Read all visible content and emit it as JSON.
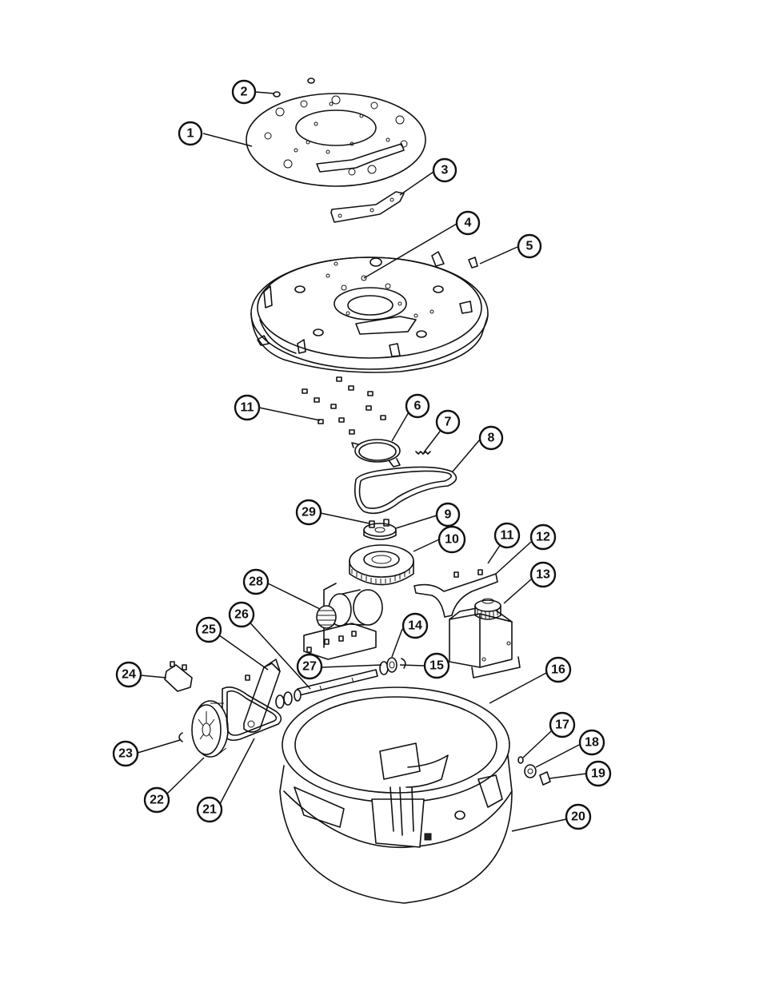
{
  "callouts": [
    {
      "id": "1",
      "label": "1"
    },
    {
      "id": "2",
      "label": "2"
    },
    {
      "id": "3",
      "label": "3"
    },
    {
      "id": "4",
      "label": "4"
    },
    {
      "id": "5",
      "label": "5"
    },
    {
      "id": "6",
      "label": "6"
    },
    {
      "id": "7",
      "label": "7"
    },
    {
      "id": "8",
      "label": "8"
    },
    {
      "id": "9",
      "label": "9"
    },
    {
      "id": "10",
      "label": "10"
    },
    {
      "id": "11a",
      "label": "11"
    },
    {
      "id": "11b",
      "label": "11"
    },
    {
      "id": "12",
      "label": "12"
    },
    {
      "id": "13",
      "label": "13"
    },
    {
      "id": "14",
      "label": "14"
    },
    {
      "id": "15",
      "label": "15"
    },
    {
      "id": "16",
      "label": "16"
    },
    {
      "id": "17",
      "label": "17"
    },
    {
      "id": "18",
      "label": "18"
    },
    {
      "id": "19",
      "label": "19"
    },
    {
      "id": "20",
      "label": "20"
    },
    {
      "id": "21",
      "label": "21"
    },
    {
      "id": "22",
      "label": "22"
    },
    {
      "id": "23",
      "label": "23"
    },
    {
      "id": "24",
      "label": "24"
    },
    {
      "id": "25",
      "label": "25"
    },
    {
      "id": "26",
      "label": "26"
    },
    {
      "id": "27",
      "label": "27"
    },
    {
      "id": "28",
      "label": "28"
    },
    {
      "id": "29",
      "label": "29"
    }
  ]
}
